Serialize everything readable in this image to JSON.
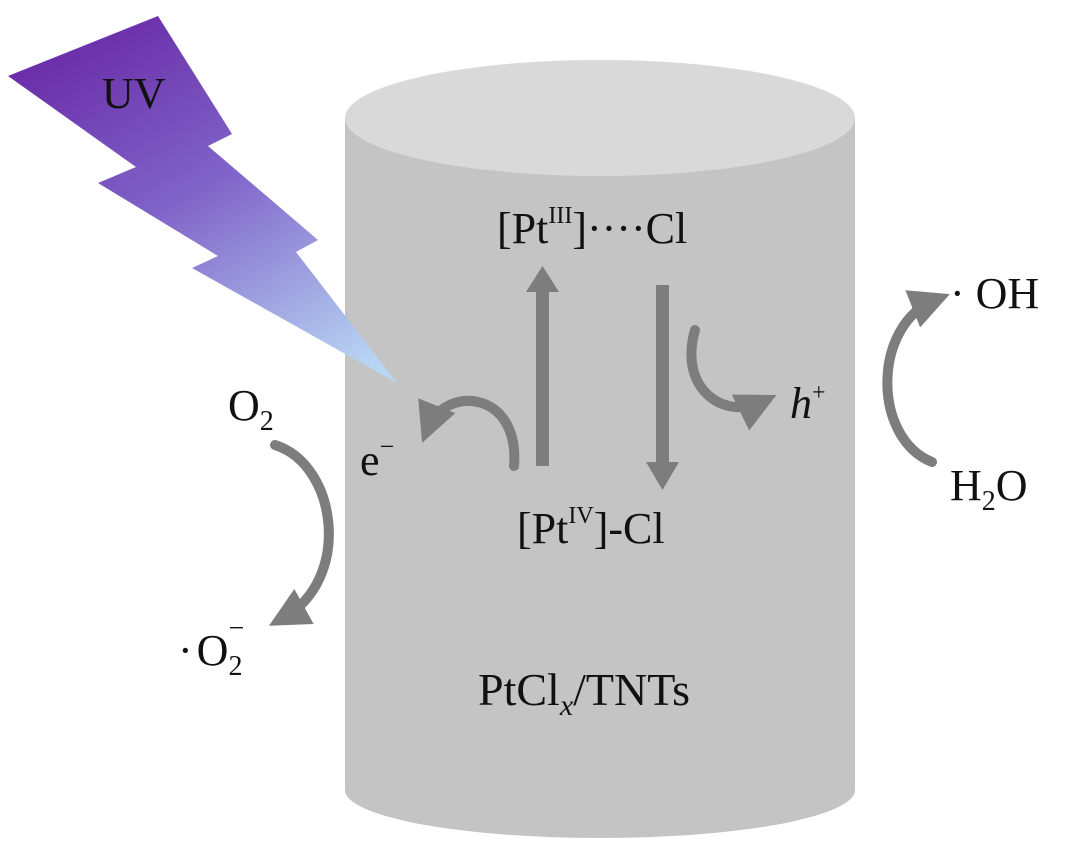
{
  "diagram": {
    "uv_label": "UV",
    "pt3_complex": {
      "open": "[Pt",
      "sup": "III",
      "close": "]",
      "tail": "····Cl"
    },
    "pt4_complex": {
      "open": "[Pt",
      "sup": "IV",
      "close": "]",
      "tail": "-Cl"
    },
    "electron": {
      "base": "e",
      "sup": "−"
    },
    "hole": {
      "base": "h",
      "sup": "+"
    },
    "oxygen": {
      "base": "O",
      "sub": "2"
    },
    "superoxide": {
      "dot": "·",
      "base": "O",
      "sub": "2",
      "sup": "−"
    },
    "hydroxyl": "· OH",
    "water": {
      "base1": "H",
      "sub": "2",
      "base2": "O"
    },
    "catalyst": {
      "base": "PtCl",
      "sub": "x",
      "tail": "/TNTs"
    }
  },
  "colors": {
    "cylinder_body": "#c4c4c4",
    "cylinder_top": "#d9d9d9",
    "arrow_gray": "#7d7d7d",
    "uv_gradient_top": "#6a2ca8",
    "uv_gradient_bottom": "#b5d2f2"
  }
}
